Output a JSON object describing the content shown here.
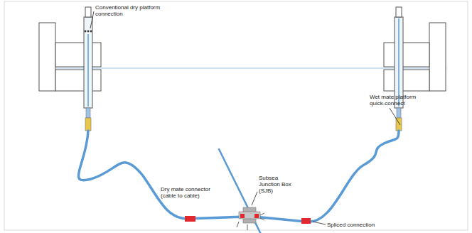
{
  "diagram": {
    "labels": [
      "Conventional dry platform connection",
      "Wet mate platform quick-connect",
      "Dry mate connector (cable to cable)",
      "Subsea Junction Box (SJB)",
      "Spliced connection"
    ]
  }
}
